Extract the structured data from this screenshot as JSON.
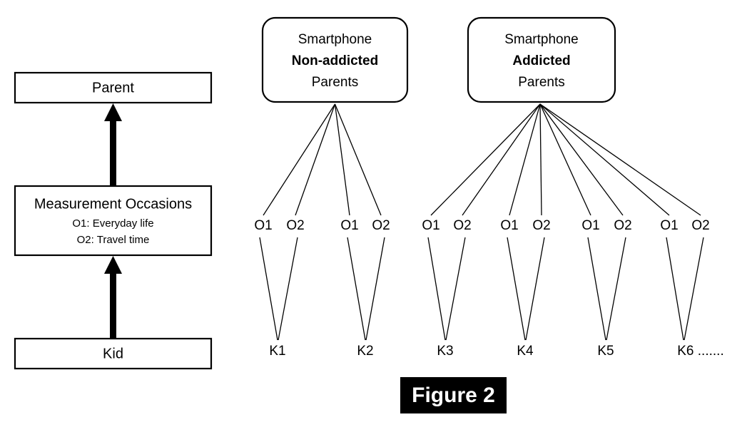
{
  "figure": {
    "caption": "Figure 2",
    "background_color": "#ffffff",
    "line_color": "#000000",
    "caption_background": "#000000",
    "caption_text_color": "#ffffff"
  },
  "legend_column": {
    "levels": [
      {
        "id": "parent",
        "label": "Parent",
        "sublabels": []
      },
      {
        "id": "measurement-occasions",
        "label": "Measurement Occasions",
        "sublabels": [
          "O1: Everyday life",
          "O2: Travel time"
        ]
      },
      {
        "id": "kid",
        "label": "Kid",
        "sublabels": []
      }
    ],
    "arrows": [
      {
        "id": "kid-to-occasions",
        "direction": "up"
      },
      {
        "id": "occasions-to-parent",
        "direction": "up"
      }
    ]
  },
  "structure_diagram": {
    "groups": [
      {
        "id": "non-addicted",
        "lines": [
          {
            "text": "Smartphone",
            "bold": false
          },
          {
            "text": "Non-addicted",
            "bold": true
          },
          {
            "text": "Parents",
            "bold": false
          }
        ],
        "kids": [
          {
            "id": "k1",
            "label": "K1",
            "occasions": [
              {
                "id": "k1-o1",
                "label": "O1"
              },
              {
                "id": "k1-o2",
                "label": "O2"
              }
            ]
          },
          {
            "id": "k2",
            "label": "K2",
            "occasions": [
              {
                "id": "k2-o1",
                "label": "O1"
              },
              {
                "id": "k2-o2",
                "label": "O2"
              }
            ]
          }
        ]
      },
      {
        "id": "addicted",
        "lines": [
          {
            "text": "Smartphone",
            "bold": false
          },
          {
            "text": "Addicted",
            "bold": true
          },
          {
            "text": "Parents",
            "bold": false
          }
        ],
        "kids": [
          {
            "id": "k3",
            "label": "K3",
            "occasions": [
              {
                "id": "k3-o1",
                "label": "O1"
              },
              {
                "id": "k3-o2",
                "label": "O2"
              }
            ]
          },
          {
            "id": "k4",
            "label": "K4",
            "occasions": [
              {
                "id": "k4-o1",
                "label": "O1"
              },
              {
                "id": "k4-o2",
                "label": "O2"
              }
            ]
          },
          {
            "id": "k5",
            "label": "K5",
            "occasions": [
              {
                "id": "k5-o1",
                "label": "O1"
              },
              {
                "id": "k5-o2",
                "label": "O2"
              }
            ]
          },
          {
            "id": "k6",
            "label": "K6 .......",
            "occasions": [
              {
                "id": "k6-o1",
                "label": "O1"
              },
              {
                "id": "k6-o2",
                "label": "O2"
              }
            ]
          }
        ]
      }
    ]
  }
}
